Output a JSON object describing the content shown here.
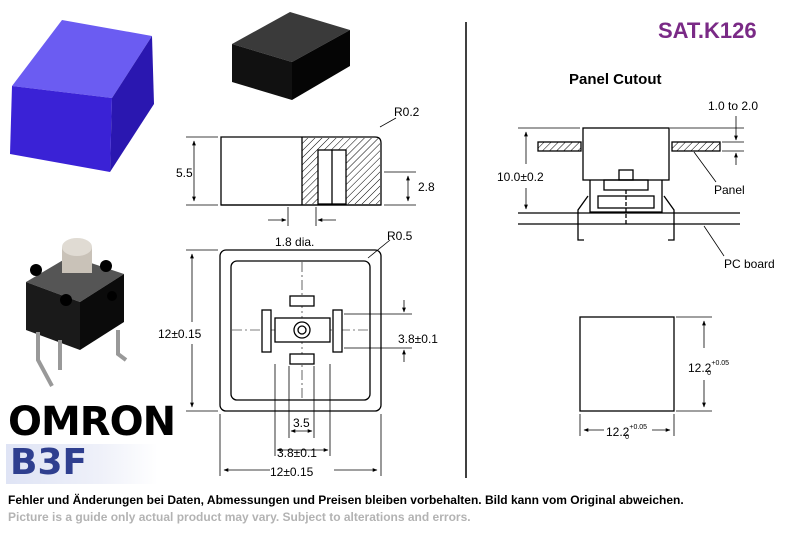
{
  "header": {
    "catalog_number": "SAT.K126"
  },
  "brand": {
    "manufacturer": "OMRON",
    "model": "B3F"
  },
  "drawing": {
    "corner_radius_top": "R0.2",
    "corner_radius_plan": "R0.5",
    "height_label": "5.5",
    "inner_height_label": "2.8",
    "stem_diameter_label": "1.8 dia.",
    "width_label": "12±0.15",
    "bottom_width_label": "12±0.15",
    "inner_width_label": "3.8±0.1",
    "inner_width_bottom_label": "3.8±0.1",
    "slot_label": "3.5"
  },
  "panel_cutout": {
    "title": "Panel Cutout",
    "thickness_label": "1.0 to 2.0",
    "height_label": "10.0±0.2",
    "panel_label": "Panel",
    "pcb_label": "PC board",
    "cutout_height_base": "12.2",
    "cutout_width_base": "12.2",
    "tolerance_top": "+0.05",
    "tolerance_bottom": "0"
  },
  "footer": {
    "notice_de": "Fehler und Änderungen bei Daten, Abmessungen und Preisen bleiben vorbehalten. Bild kann vom Original abweichen.",
    "notice_en": "Picture is a guide only actual product may vary. Subject to alterations and errors."
  },
  "colors": {
    "cap_blue": "#4b2ee0",
    "cap_black": "#111111",
    "catalog_purple": "#7a2a86",
    "model_blue": "#2f3f8f"
  }
}
